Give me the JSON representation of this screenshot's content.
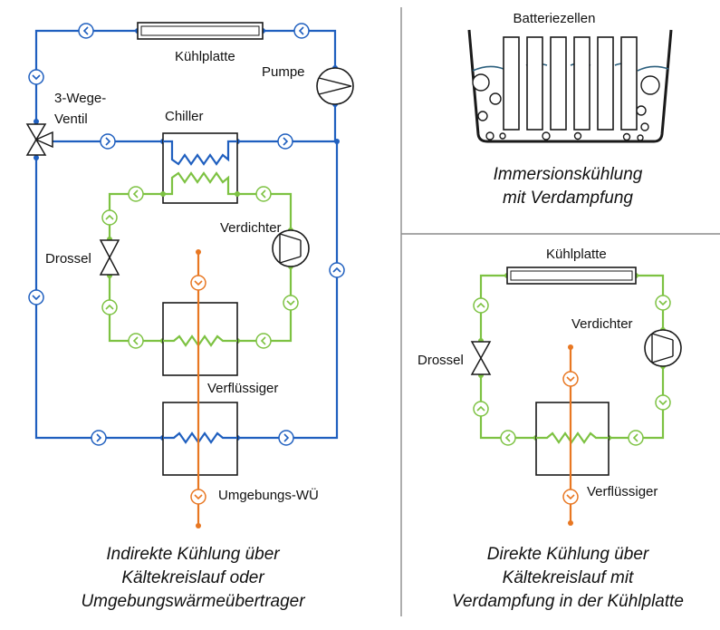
{
  "left_panel": {
    "labels": {
      "kuehlplatte": "Kühlplatte",
      "pumpe": "Pumpe",
      "ventil_line1": "3-Wege-",
      "ventil_line2": "Ventil",
      "chiller": "Chiller",
      "verdichter": "Verdichter",
      "drossel": "Drossel",
      "verfluessiger": "Verflüssiger",
      "umgebungs_wue": "Umgebungs-WÜ"
    },
    "caption": [
      "Indirekte Kühlung über",
      "Kältekreislauf oder",
      "Umgebungswärmeübertrager"
    ]
  },
  "top_right_panel": {
    "labels": {
      "batteriezellen": "Batteriezellen"
    },
    "caption": [
      "Immersionskühlung",
      "mit Verdampfung"
    ]
  },
  "bottom_right_panel": {
    "labels": {
      "kuehlplatte": "Kühlplatte",
      "verdichter": "Verdichter",
      "drossel": "Drossel",
      "verfluessiger": "Verflüssiger"
    },
    "caption": [
      "Direkte Kühlung über",
      "Kältekreislauf mit",
      "Verdampfung in der Kühlplatte"
    ]
  },
  "colors": {
    "coolant_loop": "#1f5fbf",
    "refrigerant_loop": "#7dc242",
    "ambient_air": "#e87722",
    "outline": "#1a1a1a"
  },
  "icons": [
    "flow-arrow-icon",
    "pump-icon",
    "compressor-icon",
    "expansion-valve-icon",
    "three-way-valve-icon",
    "battery-cell-icon",
    "vapor-bubble-icon"
  ]
}
